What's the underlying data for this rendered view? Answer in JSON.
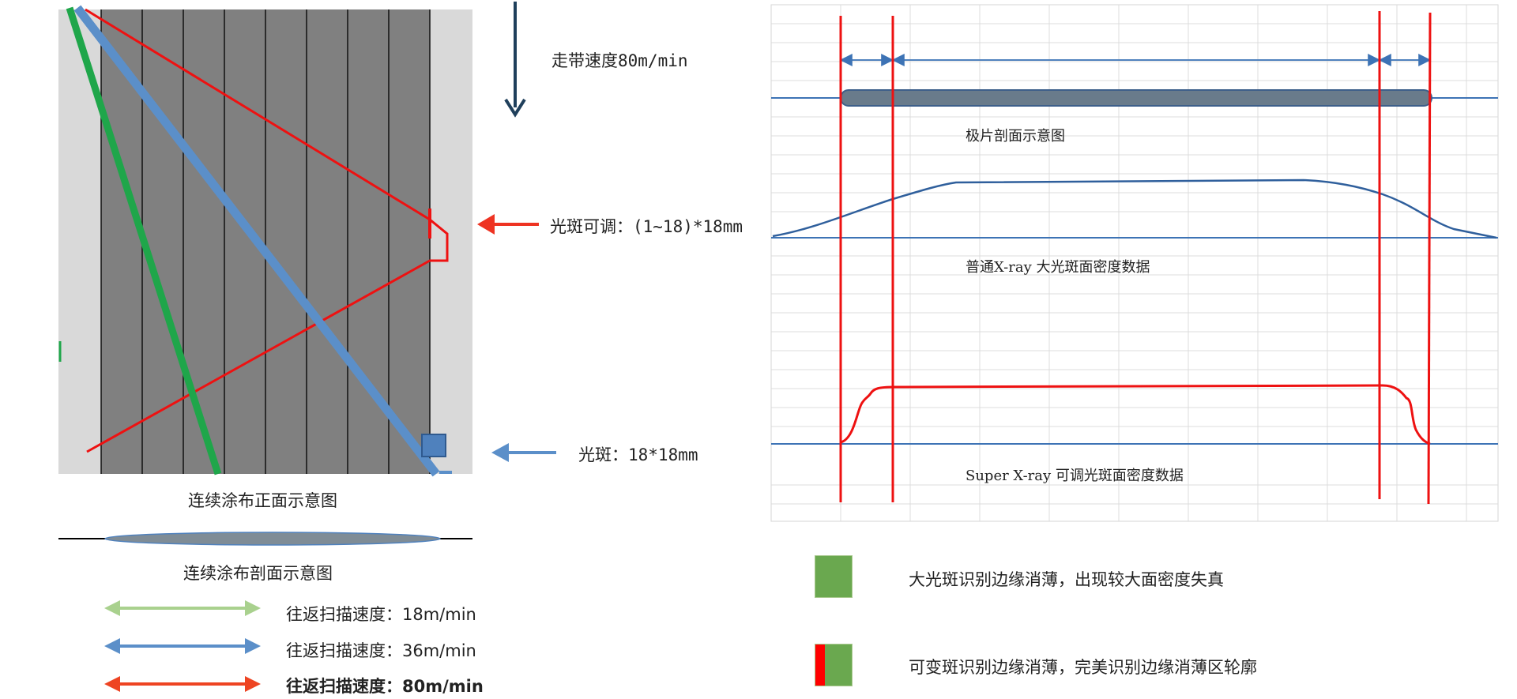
{
  "belt": {
    "speed_label": "走带速度80m/min",
    "spot_adjustable_label": "光斑可调：(1~18)*18mm",
    "spot_label": "光斑：18*18mm",
    "front_caption": "连续涂布正面示意图",
    "section_caption": "连续涂布剖面示意图"
  },
  "speeds": {
    "items": [
      {
        "label": "往返扫描速度：18m/min",
        "color": "#a9d18e"
      },
      {
        "label": "往返扫描速度：36m/min",
        "color": "#5b8fc9"
      },
      {
        "label": "往返扫描速度：80m/min",
        "color": "#ee4422"
      }
    ]
  },
  "chart": {
    "pole_caption": "极片剖面示意图",
    "xray_caption": "普通X-ray 大光斑面密度数据",
    "super_caption": "Super X-ray 可调光斑面密度数据"
  },
  "legend": {
    "items": [
      {
        "label": "大光斑识别边缘消薄，出现较大面密度失真",
        "color": "#6aa84f"
      },
      {
        "label": "可变斑识别边缘消薄，完美识别边缘消薄区轮廓",
        "color": "#6aa84f",
        "marker": "#ff0000"
      }
    ]
  }
}
